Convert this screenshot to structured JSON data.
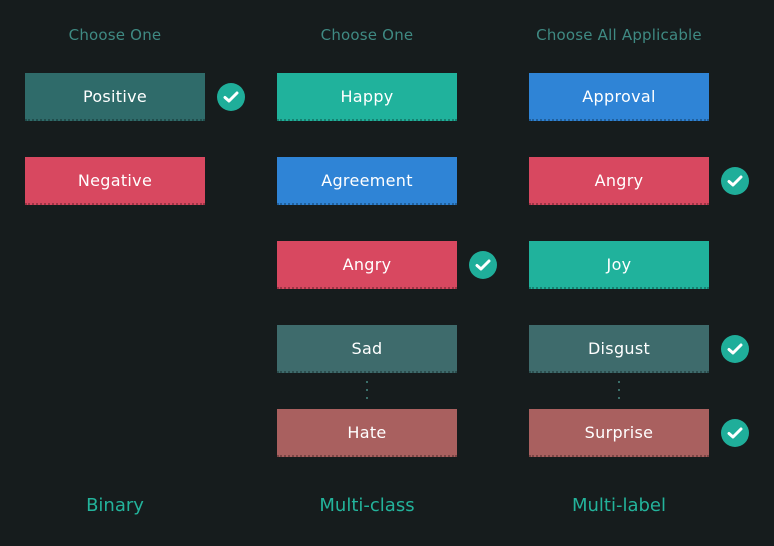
{
  "colors": {
    "background": "#161c1d",
    "header": "#3f8a83",
    "footer": "#23b39b",
    "check": "#1fae9a",
    "positive_selected": "#2f6b6a",
    "negative": "#d84860",
    "happy": "#20b29c",
    "agreement": "#2f84d6",
    "angry": "#d84860",
    "sad": "#3e6b6c",
    "hate": "#a9605f",
    "approval": "#2f84d6",
    "joy": "#20b29c",
    "disgust": "#3e6b6c",
    "surprise": "#a9605f"
  },
  "columns": [
    {
      "header": "Choose One",
      "footer": "Binary",
      "options": [
        {
          "label": "Positive",
          "checked": true,
          "color_key": "positive_selected"
        },
        {
          "label": "Negative",
          "checked": false,
          "color_key": "negative"
        }
      ]
    },
    {
      "header": "Choose One",
      "footer": "Multi-class",
      "options": [
        {
          "label": "Happy",
          "checked": false,
          "color_key": "happy"
        },
        {
          "label": "Agreement",
          "checked": false,
          "color_key": "agreement"
        },
        {
          "label": "Angry",
          "checked": true,
          "color_key": "angry"
        },
        {
          "label": "Sad",
          "checked": false,
          "color_key": "sad"
        },
        {
          "label": "Hate",
          "checked": false,
          "color_key": "hate"
        }
      ]
    },
    {
      "header": "Choose All Applicable",
      "footer": "Multi-label",
      "options": [
        {
          "label": "Approval",
          "checked": false,
          "color_key": "approval"
        },
        {
          "label": "Angry",
          "checked": true,
          "color_key": "angry"
        },
        {
          "label": "Joy",
          "checked": false,
          "color_key": "joy"
        },
        {
          "label": "Disgust",
          "checked": true,
          "color_key": "disgust"
        },
        {
          "label": "Surprise",
          "checked": true,
          "color_key": "surprise"
        }
      ]
    }
  ],
  "icons": {
    "check": "check-circle-icon"
  }
}
